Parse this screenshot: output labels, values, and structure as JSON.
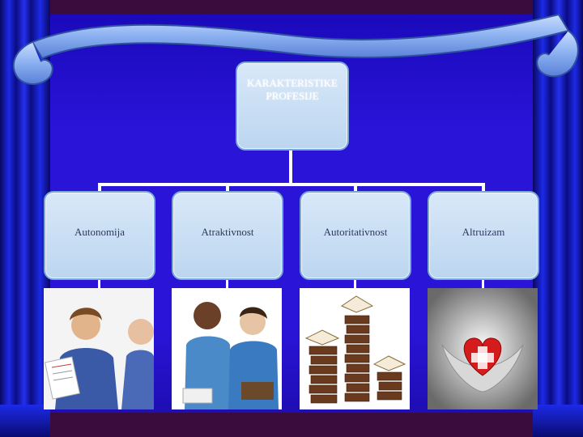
{
  "diagram": {
    "root": {
      "label": "KARAKTERISTIKE\nPROFESIJE"
    },
    "children": [
      {
        "label": "Autonomija",
        "image": "nurse-with-patient-photo"
      },
      {
        "label": "Atraktivnost",
        "image": "two-nurses-photo"
      },
      {
        "label": "Autoritativnost",
        "image": "stacks-of-books-photo"
      },
      {
        "label": "Altruizam",
        "image": "hands-holding-heart-photo"
      }
    ]
  },
  "colors": {
    "background": "#2a14d8",
    "curtain": "#1c2ae8",
    "frame": "#3a0c3e",
    "box_fill": "#c6dcf2",
    "box_border": "#7aa6d8",
    "banner": "#8ab0f0"
  }
}
